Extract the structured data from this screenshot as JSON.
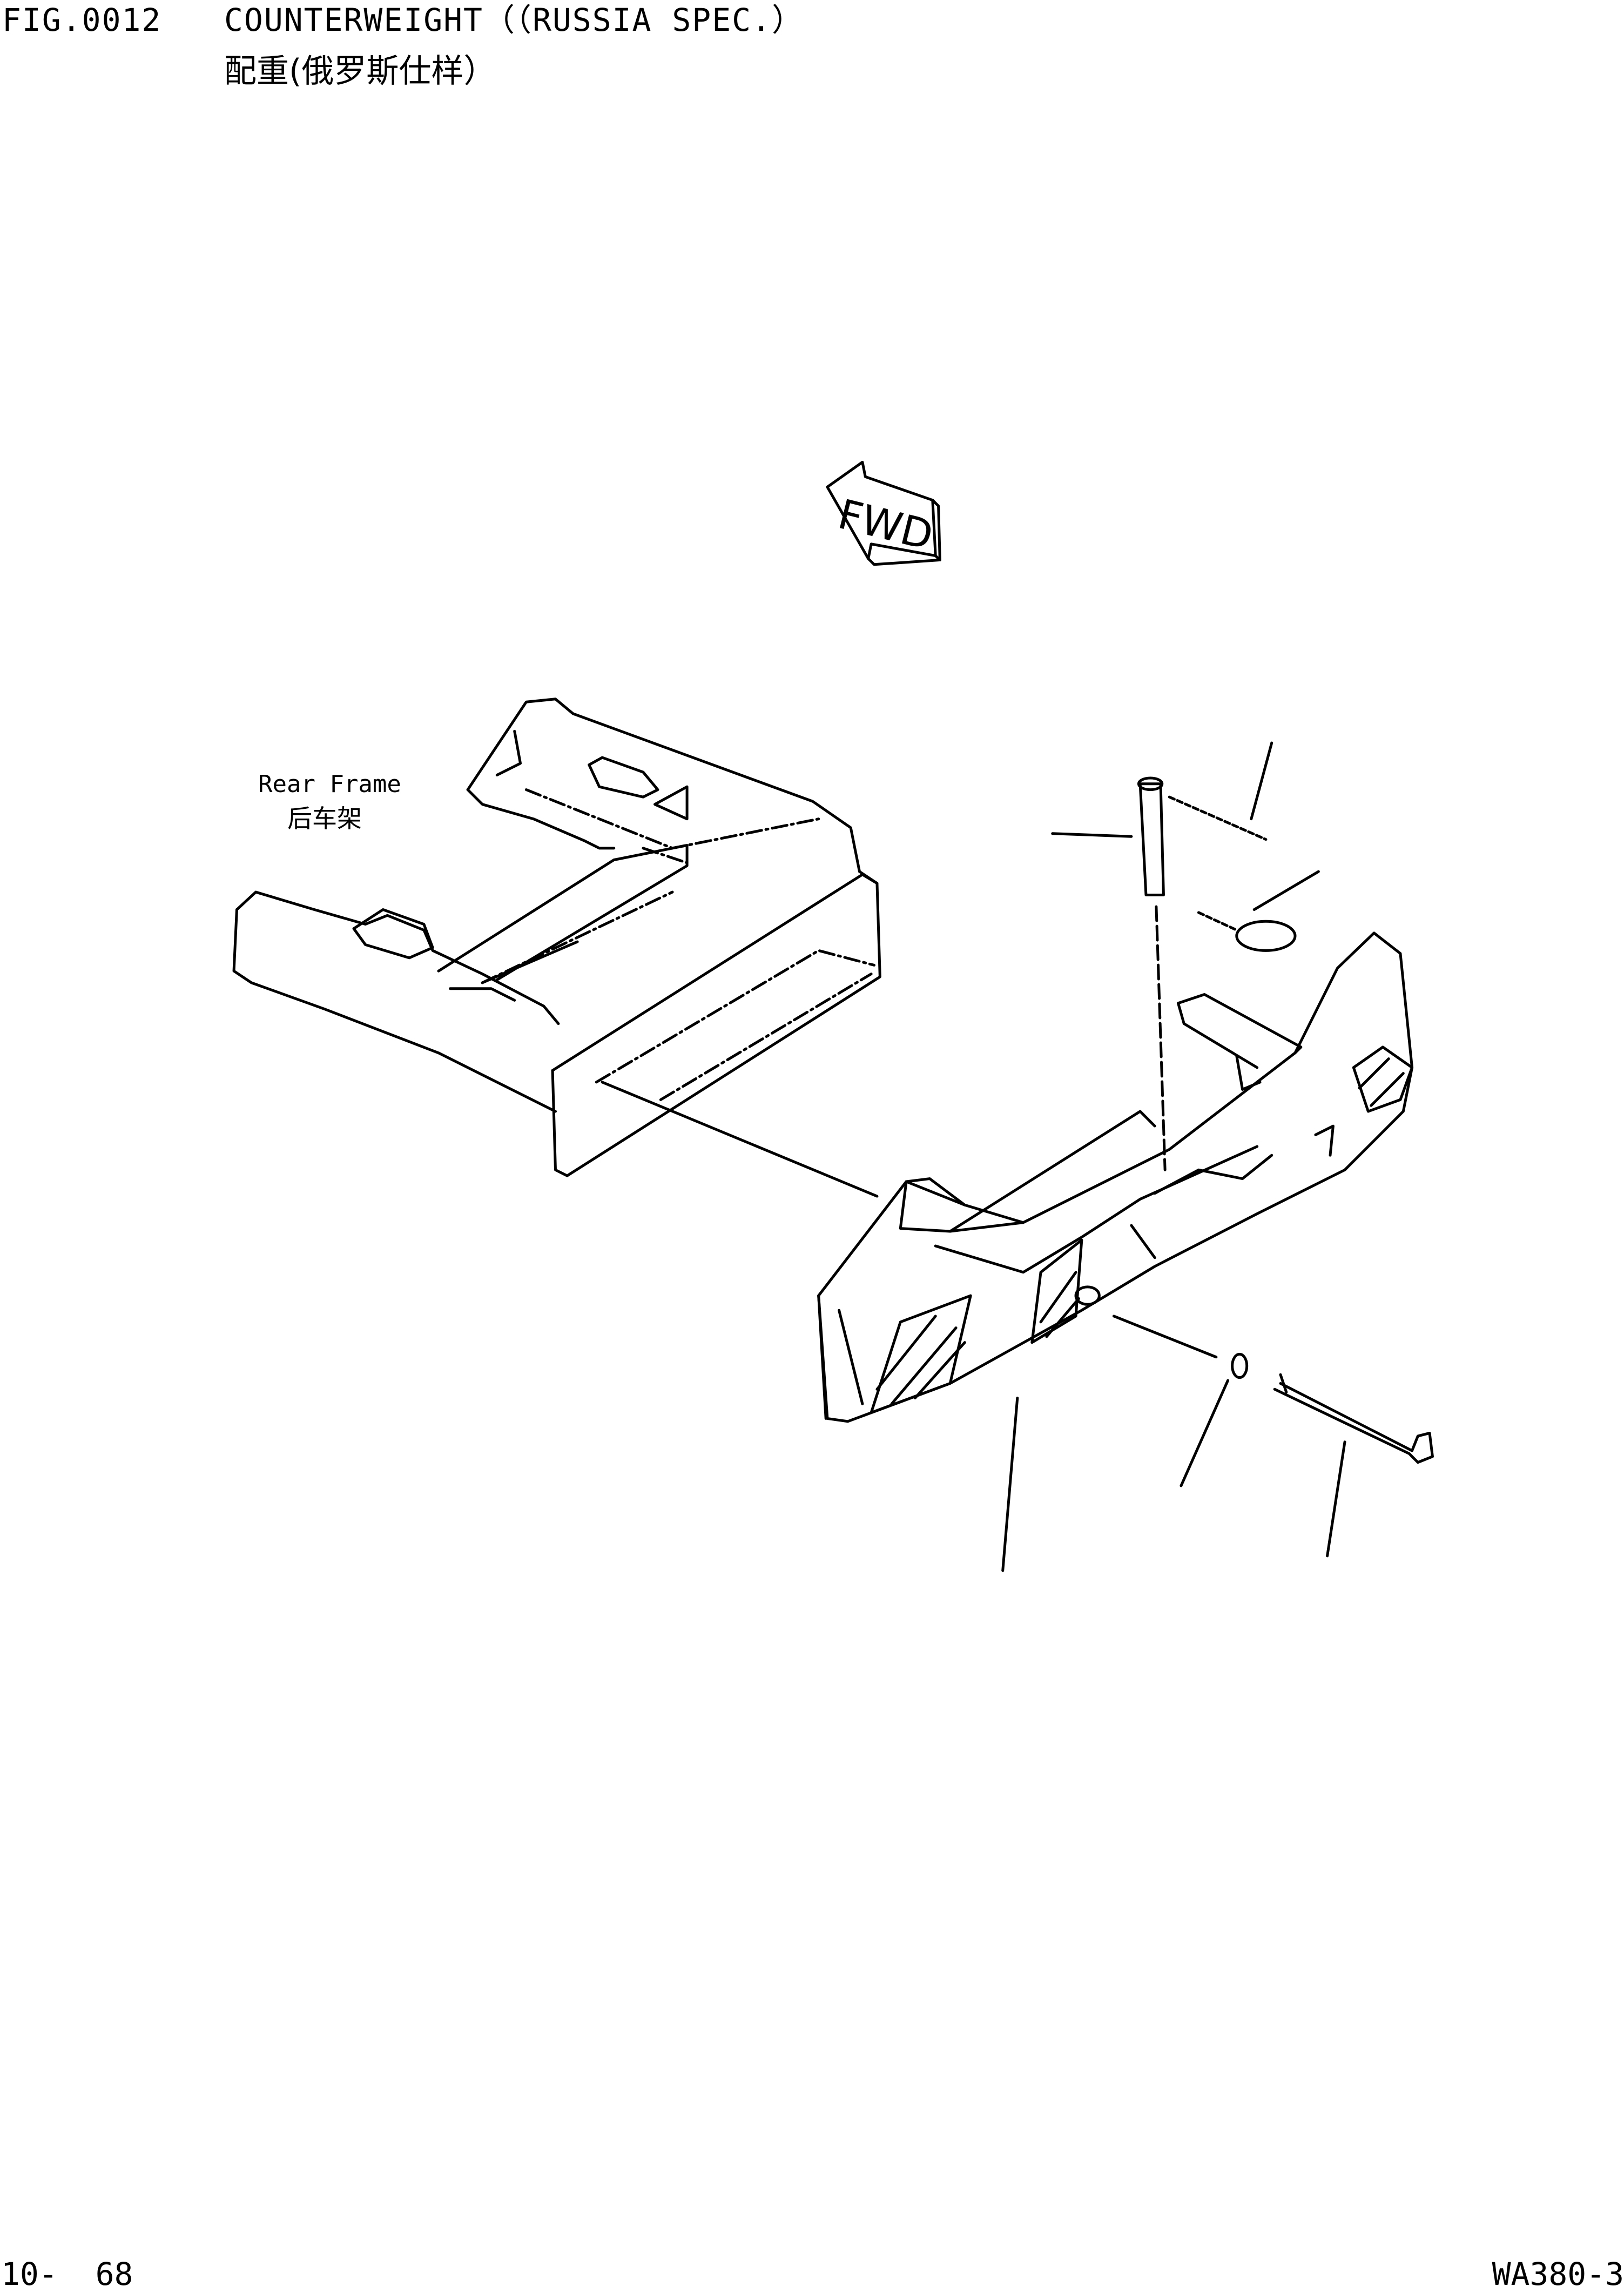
{
  "header": {
    "fig_number": "FIG.0012",
    "title_en": "COUNTERWEIGHT（（RUSSIA SPEC.）",
    "title_zh": "配重(俄罗斯仕样）"
  },
  "diagram": {
    "fwd_label": "FWD",
    "rear_frame_label_en": "Rear Frame",
    "rear_frame_label_zh": "后车架"
  },
  "footer": {
    "page": "10-  68",
    "model": "WA380-3"
  }
}
